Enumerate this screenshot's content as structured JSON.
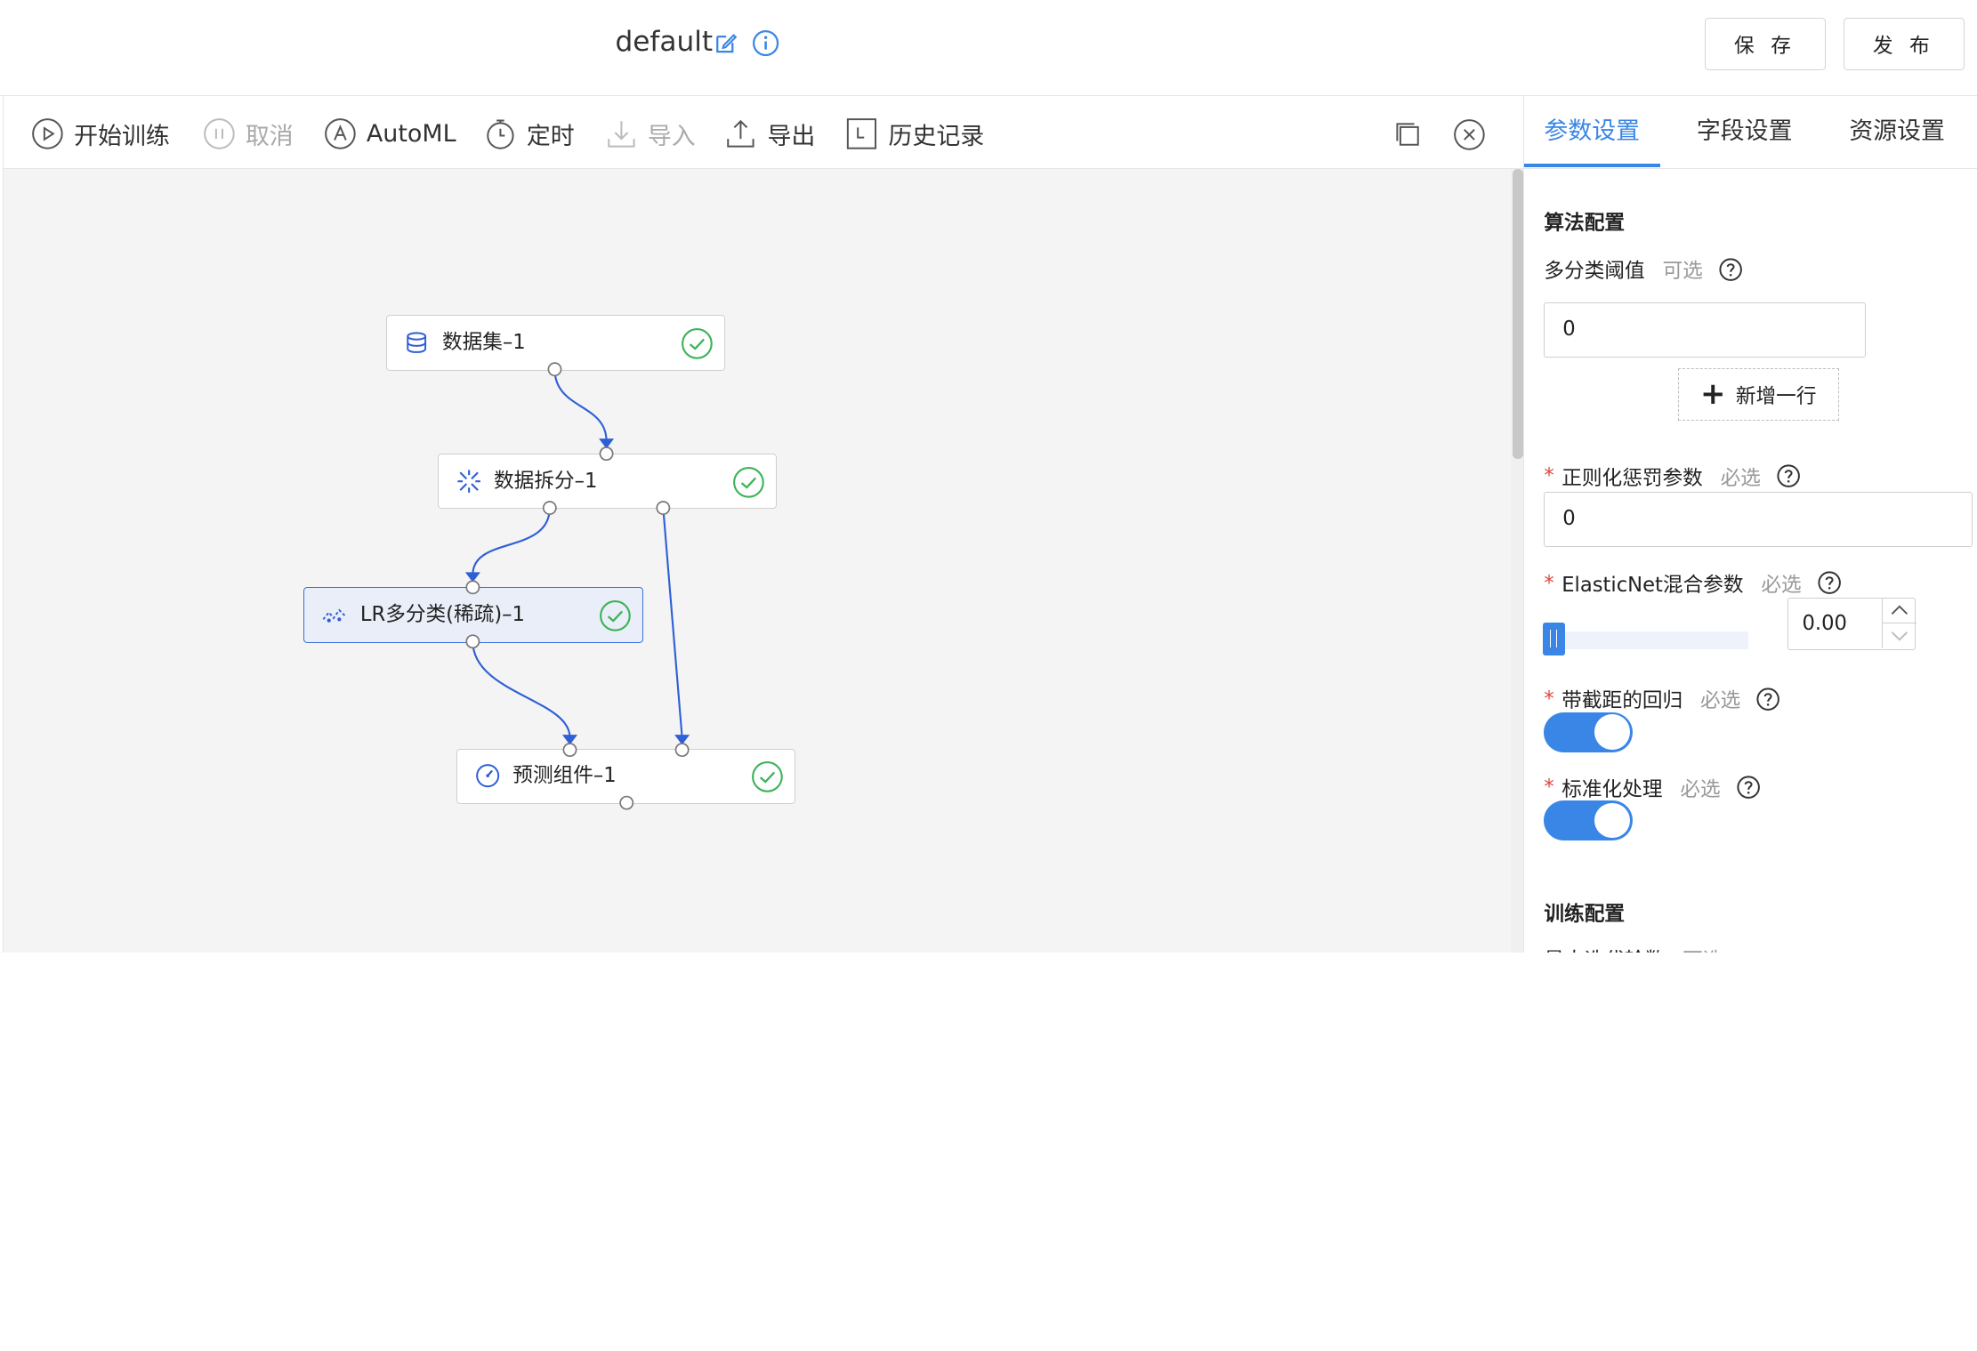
{
  "header": {
    "title": "default",
    "save_label": "保 存",
    "publish_label": "发 布"
  },
  "toolbar": {
    "start_training": "开始训练",
    "cancel": "取消",
    "automl": "AutoML",
    "schedule": "定时",
    "import": "导入",
    "export": "导出",
    "history": "历史记录"
  },
  "nodes": {
    "dataset": "数据集–1",
    "split": "数据拆分–1",
    "lr": "LR多分类(稀疏)–1",
    "predict": "预测组件–1"
  },
  "panel": {
    "tabs": [
      "参数设置",
      "字段设置",
      "资源设置"
    ],
    "algo_section": "算法配置",
    "multi_threshold_label": "多分类阈值",
    "optional": "可选",
    "required": "必选",
    "multi_threshold_value": "0",
    "add_row": "新增一行",
    "reg_label": "正则化惩罚参数",
    "reg_value": "0",
    "elastic_label": "ElasticNet混合参数",
    "elastic_value": "0.00",
    "elastic_fraction": 0.0,
    "intercept_label": "带截距的回归",
    "intercept_on": true,
    "standardize_label": "标准化处理",
    "standardize_on": true,
    "train_section": "训练配置",
    "max_iter_label": "最大迭代轮数"
  },
  "colors": {
    "accent": "#3a86e6",
    "link": "#2f5fd6",
    "success": "#3cb35a",
    "required": "#e2453c"
  }
}
